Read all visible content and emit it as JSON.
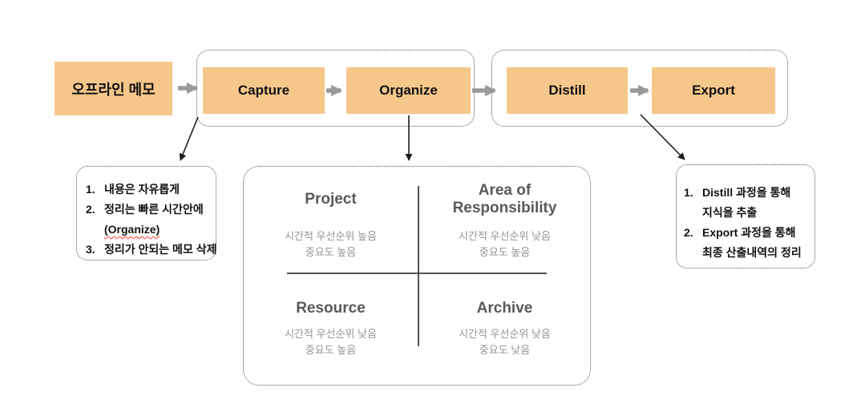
{
  "colors": {
    "step_box_fill": "#F6C78A",
    "flow_arrow": "#9A9A9A",
    "connector_arrow": "#1A1A1A",
    "group_outline": "#555555",
    "quadrant_title": "#595959",
    "quadrant_subtitle": "#949494",
    "spellcheck_underline": "#FF3B30",
    "background": "#FFFFFF"
  },
  "flow": {
    "source_label": "오프라인 메모",
    "steps": [
      "Capture",
      "Organize",
      "Distill",
      "Export"
    ]
  },
  "capture_note": {
    "items": [
      {
        "num": "1.",
        "lines": [
          "내용은 자유롭게"
        ]
      },
      {
        "num": "2.",
        "lines": [
          "정리는 빠른 시간안에",
          "(Organize)"
        ]
      },
      {
        "num": "3.",
        "lines": [
          "정리가 안되는 메모 삭제"
        ]
      }
    ]
  },
  "organize_quadrants": {
    "cells": [
      {
        "title_lines": [
          "Project"
        ],
        "sub": [
          "시간적 우선순위 높음",
          "중요도 높음"
        ]
      },
      {
        "title_lines": [
          "Area of",
          "Responsibility"
        ],
        "sub": [
          "시간적 우선순위 낮음",
          "중요도 높음"
        ]
      },
      {
        "title_lines": [
          "Resource"
        ],
        "sub": [
          "시간적 우선순위 낮음",
          "중요도 높음"
        ]
      },
      {
        "title_lines": [
          "Archive"
        ],
        "sub": [
          "시간적 우선순위 낮음",
          "중요도 낮음"
        ]
      }
    ]
  },
  "distill_export_note": {
    "items": [
      {
        "num": "1.",
        "lines": [
          "Distill 과정을 통해",
          "지식을 추출"
        ]
      },
      {
        "num": "2.",
        "lines": [
          "Export 과정을 통해",
          "최종 산출내역의 정리"
        ]
      }
    ]
  }
}
